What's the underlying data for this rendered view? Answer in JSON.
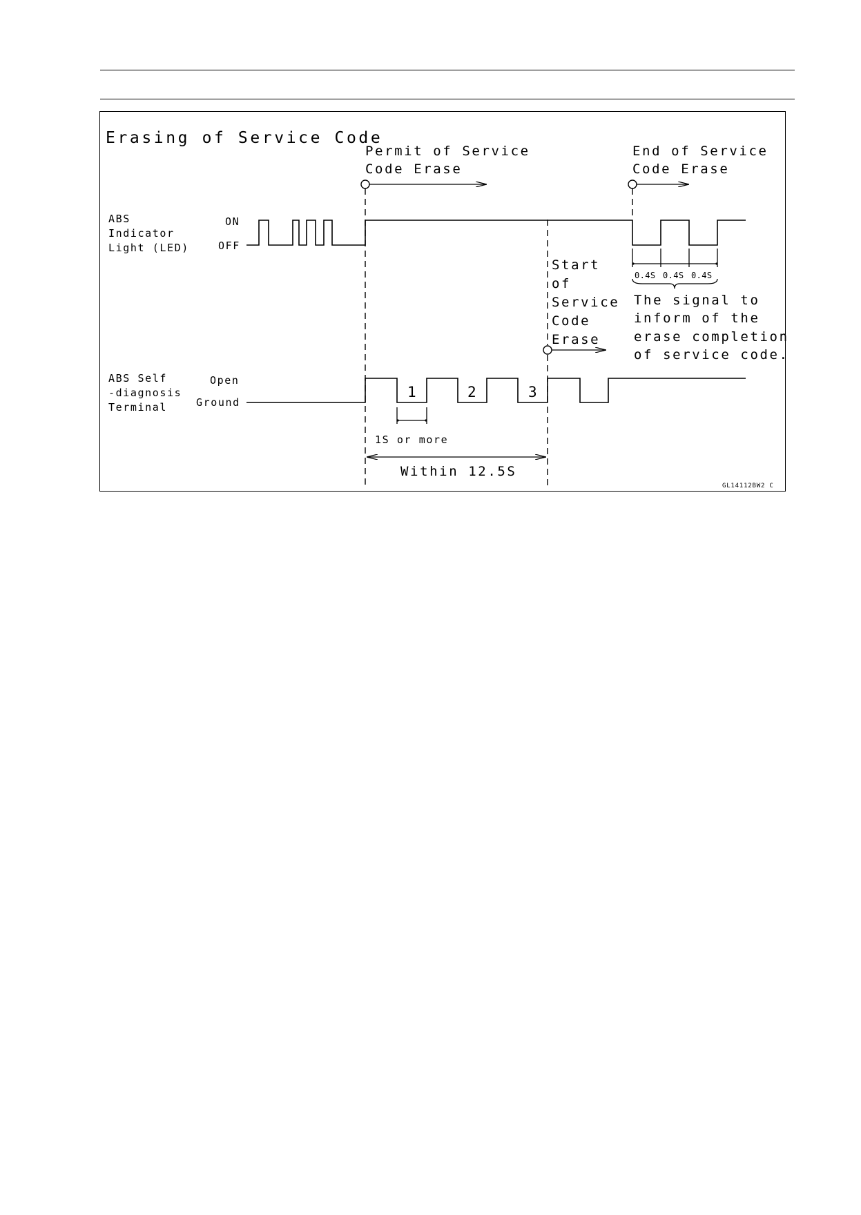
{
  "diagram": {
    "title": "Erasing of Service Code",
    "permit_label": [
      "Permit of Service",
      "Code Erase"
    ],
    "end_label": [
      "End of Service",
      "Code Erase"
    ],
    "start_label": [
      "Start",
      "of",
      "Service",
      "Code",
      "Erase"
    ],
    "signal_note": [
      "The signal to",
      "inform of the",
      "erase completion",
      "of service code."
    ],
    "led_label": [
      "ABS",
      "Indicator",
      "Light (LED)"
    ],
    "led_on": "ON",
    "led_off": "OFF",
    "terminal_label": [
      "ABS Self",
      "-diagnosis",
      "Terminal"
    ],
    "terminal_open": "Open",
    "terminal_ground": "Ground",
    "pulse_numbers": [
      "1",
      "2",
      "3"
    ],
    "interval_label": "0.4S",
    "min_duration": "1S or more",
    "window": "Within 12.5S",
    "figure_code": "GL14112BW2  C"
  }
}
